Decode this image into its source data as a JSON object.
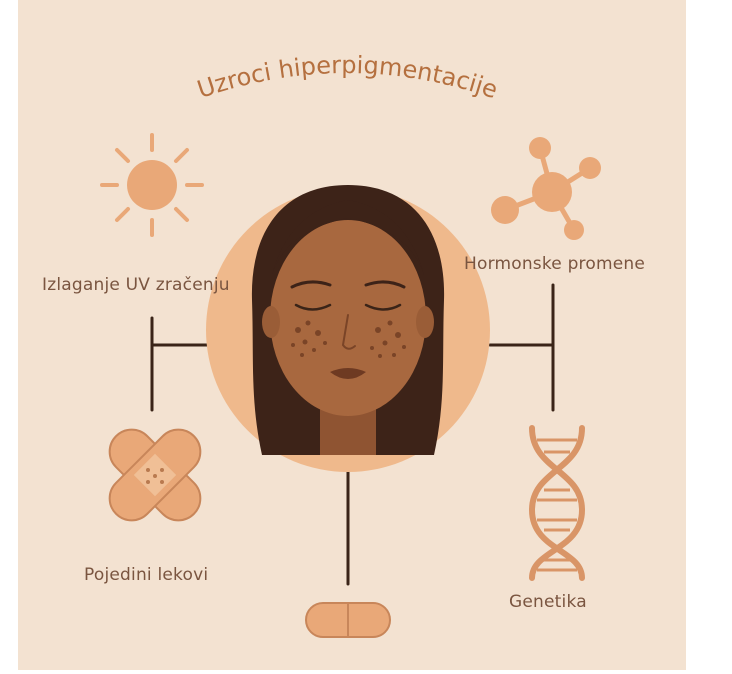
{
  "title": "Uzroci hiperpigmentacije",
  "causes": {
    "uv": "Izlaganje UV zračenju",
    "hormones": "Hormonske promene",
    "drugs": "Pojedini lekovi",
    "genetics": "Genetika"
  },
  "colors": {
    "background": "#f3e2d1",
    "accent": "#e9a878",
    "line": "#3a2418",
    "text": "#7a5540",
    "face_circle": "#efb98c",
    "skin": "#a8683f",
    "hair": "#3d2318"
  },
  "icons": [
    "sun-icon",
    "molecule-icon",
    "bandage-icon",
    "dna-icon",
    "pill-icon",
    "face-illustration"
  ]
}
